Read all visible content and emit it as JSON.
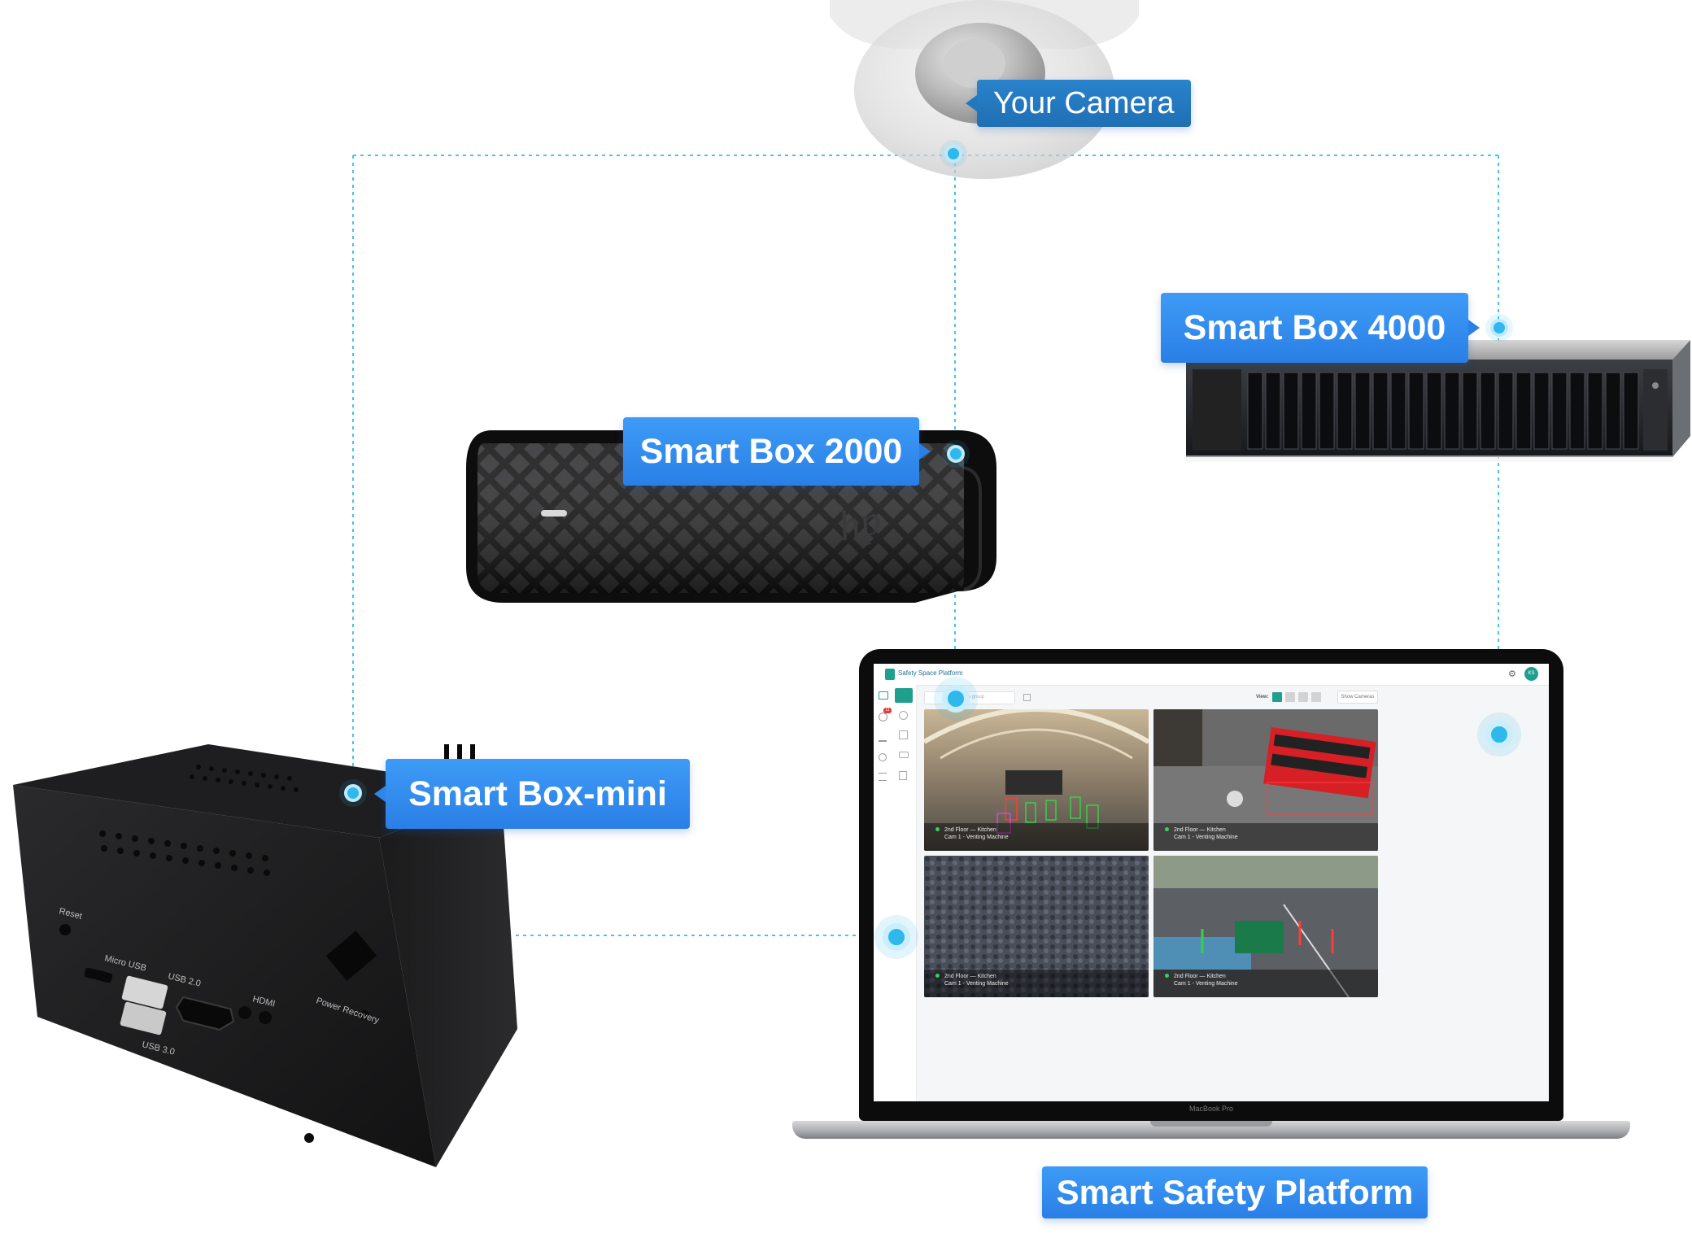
{
  "labels": {
    "camera": "Your Camera",
    "box2000": "Smart Box 2000",
    "box4000": "Smart Box 4000",
    "boxmini": "Smart Box-mini",
    "platform": "Smart Safety Platform"
  },
  "laptop": {
    "brand": "MacBook Pro",
    "app_title": "Safety Space Platform",
    "search_placeholder": "camera group",
    "view_label": "View:",
    "show_cameras_button": "Show Cameras",
    "avatar_initials": "KS",
    "alerts_badge": "11",
    "tiles": [
      {
        "name": "2nd Floor — Kitchen",
        "sub": "Cam 1 - Venting Machine"
      },
      {
        "name": "2nd Floor — Kitchen",
        "sub": "Cam 1 - Venting Machine"
      },
      {
        "name": "2nd Floor — Kitchen",
        "sub": "Cam 1 - Venting Machine"
      },
      {
        "name": "2nd Floor — Kitchen",
        "sub": "Cam 1 - Venting Machine"
      }
    ]
  },
  "device_ports": {
    "reset": "Reset",
    "micro_usb": "Micro USB",
    "usb20": "USB 2.0",
    "usb30": "USB 3.0",
    "hdmi": "HDMI",
    "power_recovery": "Power Recovery"
  },
  "colors": {
    "label_blue": "#2a7fe6",
    "camera_label_blue": "#1f6fb4",
    "connector_cyan": "#3cc3ee",
    "app_teal": "#1fa08f"
  }
}
